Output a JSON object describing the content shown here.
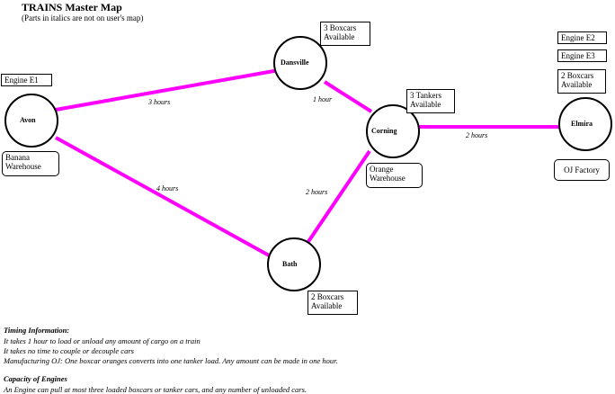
{
  "header": {
    "title": "TRAINS Master Map",
    "subtitle": "(Parts in italics are not on user's map)"
  },
  "cities": {
    "avon": "Avon",
    "dansville": "Dansville",
    "corning": "Corning",
    "elmira": "Elmira",
    "bath": "Bath"
  },
  "routes": {
    "avon_dansville": "3 hours",
    "dansville_corning": "1 hour",
    "corning_elmira": "2 hours",
    "avon_bath": "4 hours",
    "bath_corning": "2 hours"
  },
  "labels": {
    "engine_e1": "Engine E1",
    "banana_warehouse": [
      "Banana",
      "Warehouse"
    ],
    "dansville_cars": [
      "3 Boxcars",
      "Available"
    ],
    "corning_tankers": [
      "3 Tankers",
      "Available"
    ],
    "orange_warehouse": [
      "Orange",
      "Warehouse"
    ],
    "bath_cars": [
      "2 Boxcars",
      "Available"
    ],
    "engine_e2": "Engine E2",
    "engine_e3": "Engine E3",
    "elmira_cars": [
      "2 Boxcars",
      "Available"
    ],
    "oj_factory": "OJ Factory"
  },
  "info": {
    "timing_heading": "Timing Information:",
    "timing_lines": [
      "It takes 1 hour to load or unload any amount of cargo on a train",
      "It takes no time to couple or decouple cars",
      "Manufacturing OJ:  One boxcar oranges converts into one tanker load.  Any amount can be made in one hour."
    ],
    "capacity_heading": "Capacity of Engines",
    "capacity_lines": [
      "An Engine can pull at most three loaded boxcars or tanker cars, and any number of unloaded cars."
    ]
  },
  "colors": {
    "track": "#ff00ff",
    "node_stroke": "#000000",
    "background": "#ffffff"
  }
}
